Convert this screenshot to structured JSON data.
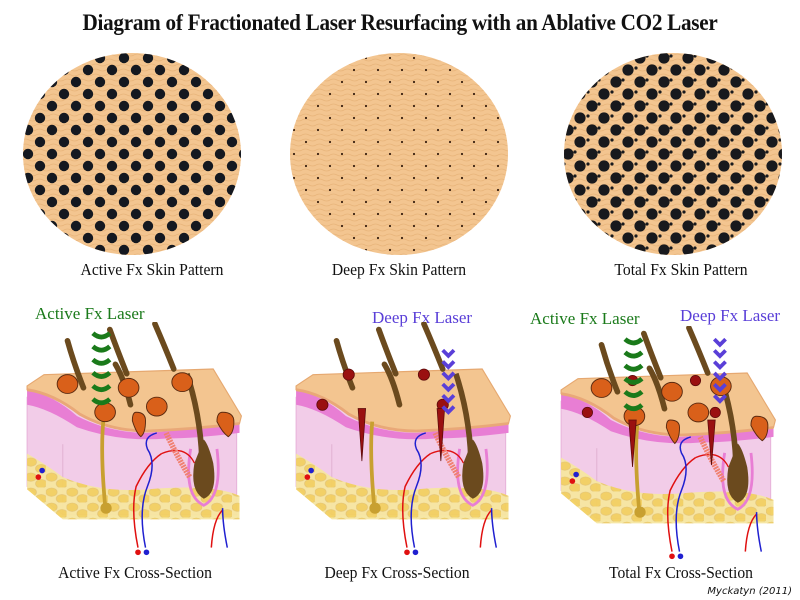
{
  "title": "Diagram of Fractionated Laser Resurfacing with an Ablative CO2 Laser",
  "patterns": [
    {
      "label": "Active Fx Skin Pattern",
      "dot_style": "large-regular-grid"
    },
    {
      "label": "Deep Fx Skin Pattern",
      "dot_style": "tiny-regular-grid"
    },
    {
      "label": "Total Fx Skin Pattern",
      "dot_style": "large-plus-tiny-combined"
    }
  ],
  "cross_sections": [
    {
      "label": "Active Fx Cross-Section",
      "lasers": [
        {
          "label": "Active Fx Laser",
          "color": "#1a7a1a"
        }
      ]
    },
    {
      "label": "Deep Fx Cross-Section",
      "lasers": [
        {
          "label": "Deep Fx Laser",
          "color": "#5a3fd8"
        }
      ]
    },
    {
      "label": "Total Fx Cross-Section",
      "lasers": [
        {
          "label": "Active Fx Laser",
          "color": "#1a7a1a"
        },
        {
          "label": "Deep Fx Laser",
          "color": "#5a3fd8"
        }
      ]
    }
  ],
  "credit": "Myckatyn (2011)",
  "colors": {
    "skin": "#f3c590",
    "dermis": "#f0c8e8",
    "epidermis_border": "#e080d0",
    "fat": "#f2d36a",
    "hair": "#6b4a1e",
    "active_spot": "#d9601a",
    "deep_spot": "#9a1010",
    "active_laser": "#1a7a1a",
    "deep_laser": "#5a3fd8"
  }
}
